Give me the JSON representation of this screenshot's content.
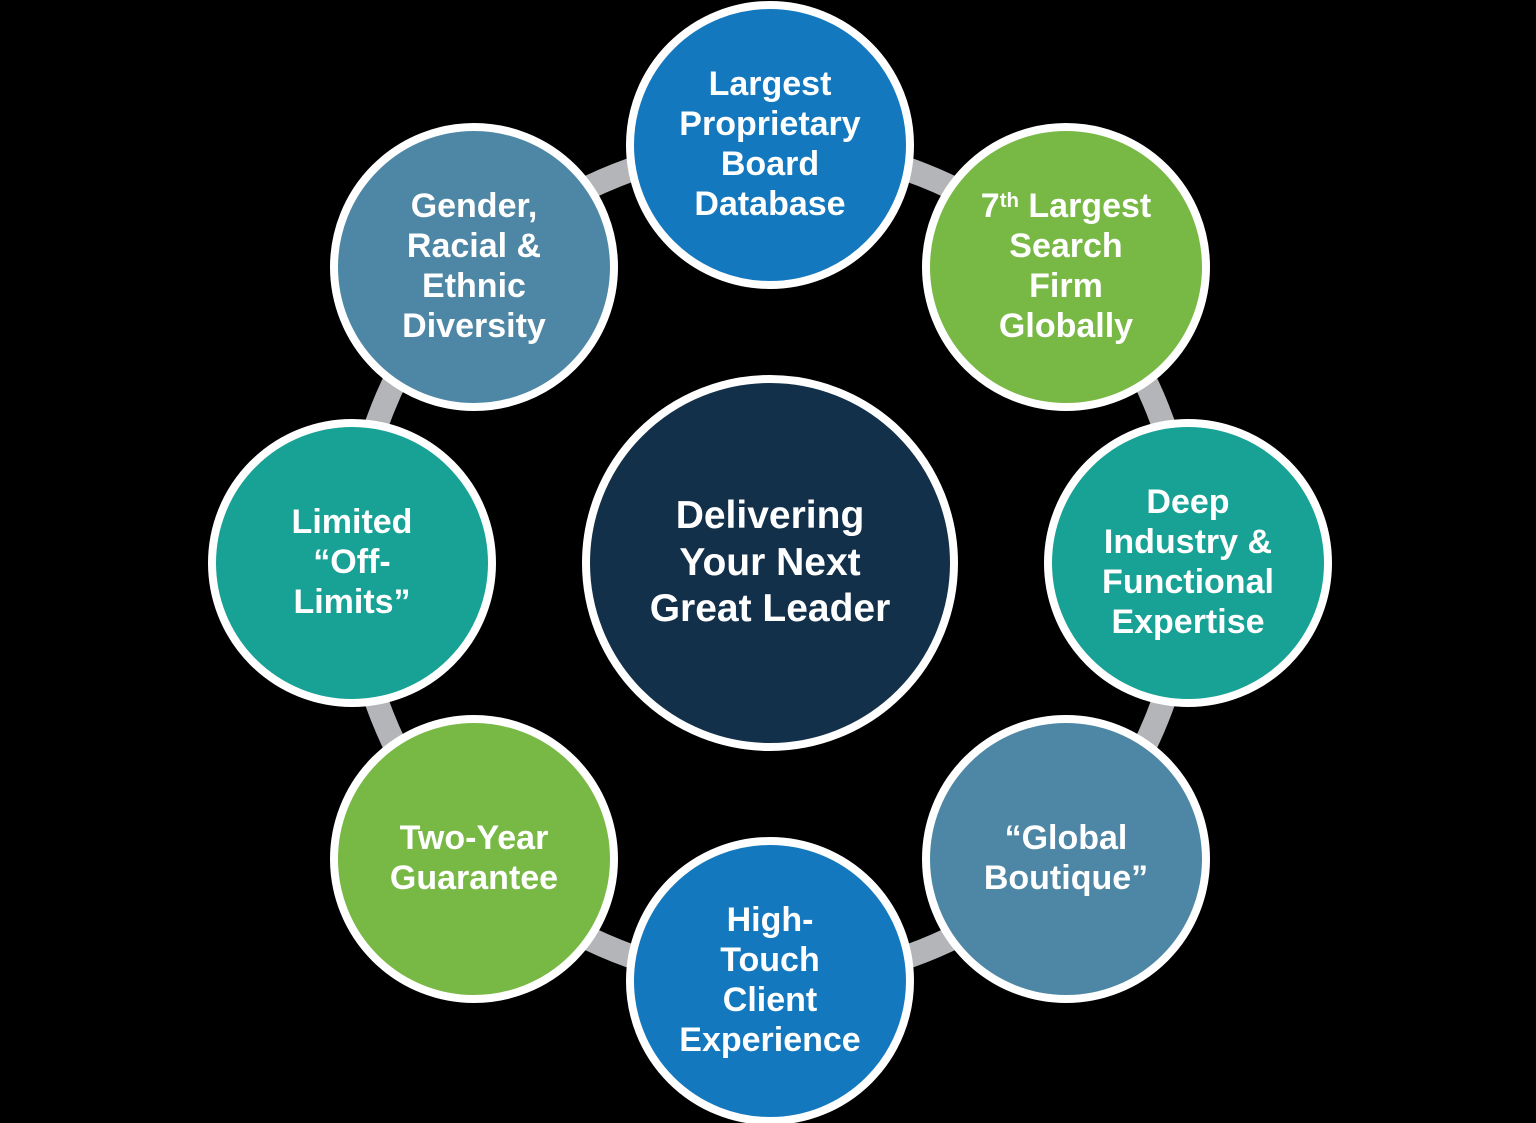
{
  "title": "Delivering Your Next Great Leader",
  "colors": {
    "background": "#000000",
    "connector": "#B3B5B8",
    "circle_border": "#FFFFFF",
    "text": "#FFFFFF",
    "navy": "#13304A",
    "blue": "#1478BE",
    "green": "#78B844",
    "teal": "#17A295",
    "steel_blue": "#4E87A5"
  },
  "center": {
    "label": "Delivering Your Next Great Leader",
    "color": "#13304A",
    "lines": [
      "Delivering",
      "Your Next",
      "Great Leader"
    ]
  },
  "nodes": [
    {
      "id": "largest-proprietary-board-database",
      "position": "top",
      "color": "#1478BE",
      "label": "Largest Proprietary Board Database",
      "lines": [
        "Largest",
        "Proprietary",
        "Board",
        "Database"
      ]
    },
    {
      "id": "seventh-largest-search-firm-globally",
      "position": "top-right",
      "color": "#78B844",
      "label": "7th Largest Search Firm Globally",
      "line1": {
        "num": "7",
        "sup": "th",
        "rest": " Largest"
      },
      "lines": [
        "Search",
        "Firm",
        "Globally"
      ]
    },
    {
      "id": "deep-industry-functional-expertise",
      "position": "right",
      "color": "#17A295",
      "label": "Deep Industry & Functional Expertise",
      "lines": [
        "Deep",
        "Industry &",
        "Functional",
        "Expertise"
      ]
    },
    {
      "id": "global-boutique",
      "position": "bottom-right",
      "color": "#4E87A5",
      "label": "“Global Boutique”",
      "lines": [
        "“Global",
        "Boutique”"
      ]
    },
    {
      "id": "high-touch-client-experience",
      "position": "bottom",
      "color": "#1478BE",
      "label": "High-Touch Client Experience",
      "lines": [
        "High-",
        "Touch",
        "Client",
        "Experience"
      ]
    },
    {
      "id": "two-year-guarantee",
      "position": "bottom-left",
      "color": "#78B844",
      "label": "Two-Year Guarantee",
      "lines": [
        "Two-Year",
        "Guarantee"
      ]
    },
    {
      "id": "limited-off-limits",
      "position": "left",
      "color": "#17A295",
      "label": "Limited “Off-Limits”",
      "lines": [
        "Limited",
        "“Off-",
        "Limits”"
      ]
    },
    {
      "id": "gender-racial-ethnic-diversity",
      "position": "top-left",
      "color": "#4E87A5",
      "label": "Gender, Racial & Ethnic Diversity",
      "lines": [
        "Gender,",
        "Racial &",
        "Ethnic",
        "Diversity"
      ]
    }
  ]
}
